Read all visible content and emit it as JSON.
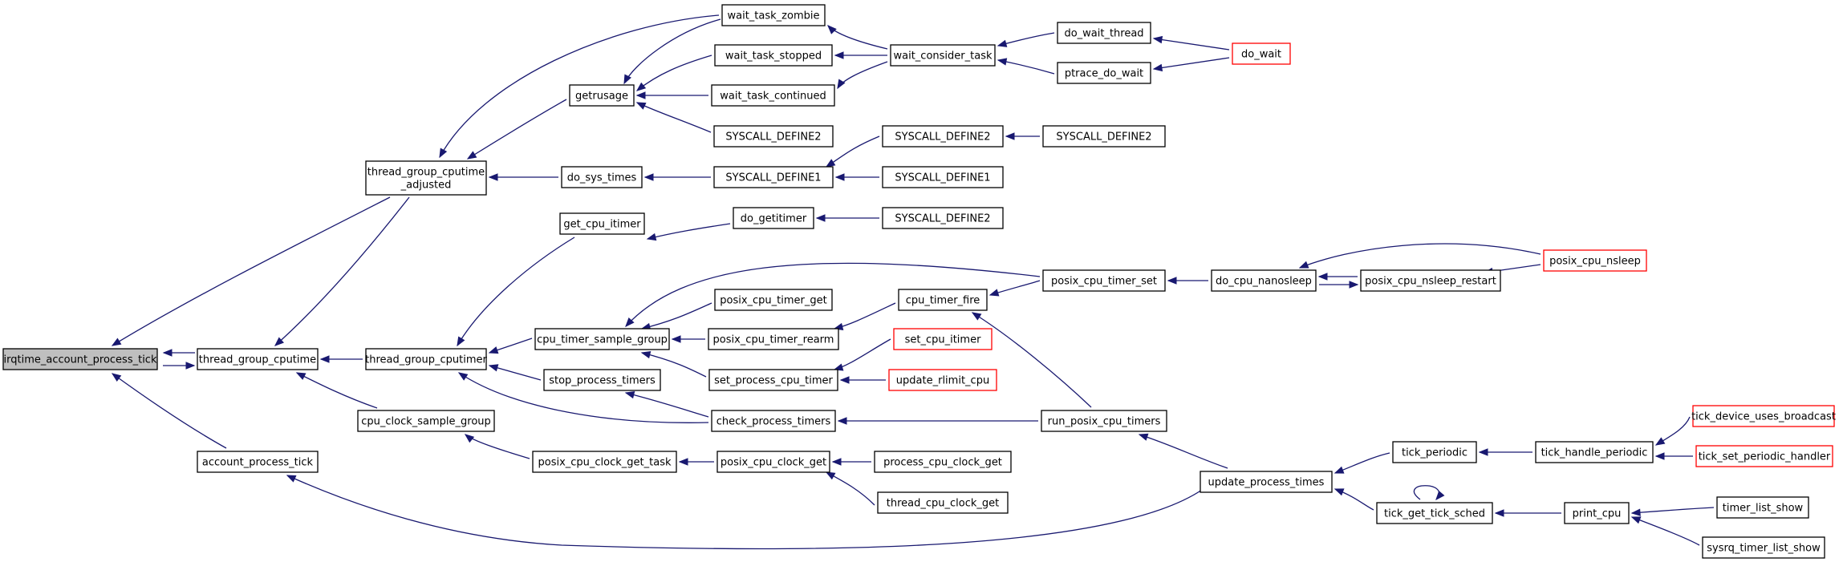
{
  "diagram": {
    "kind": "call graph (caller graph)",
    "colors": {
      "edge": "#191970",
      "node_border": "#000000",
      "truncated_border": "#ff0000",
      "focus_fill": "#bfbfbf"
    },
    "nodes": [
      {
        "id": "n0",
        "lines": [
          "irqtime_account_process_tick"
        ],
        "style": "focus"
      },
      {
        "id": "n1",
        "lines": [
          "thread_group_cputime"
        ]
      },
      {
        "id": "n2",
        "lines": [
          "account_process_tick"
        ]
      },
      {
        "id": "n3",
        "lines": [
          "thread_group_cputime",
          "_adjusted"
        ]
      },
      {
        "id": "n4",
        "lines": [
          "thread_group_cputimer"
        ]
      },
      {
        "id": "n5",
        "lines": [
          "cpu_clock_sample_group"
        ]
      },
      {
        "id": "n6",
        "lines": [
          "getrusage"
        ]
      },
      {
        "id": "n7",
        "lines": [
          "do_sys_times"
        ]
      },
      {
        "id": "n8",
        "lines": [
          "get_cpu_itimer"
        ]
      },
      {
        "id": "n9",
        "lines": [
          "cpu_timer_sample_group"
        ]
      },
      {
        "id": "n10",
        "lines": [
          "stop_process_timers"
        ]
      },
      {
        "id": "n11",
        "lines": [
          "posix_cpu_clock_get_task"
        ]
      },
      {
        "id": "n12",
        "lines": [
          "wait_task_zombie"
        ]
      },
      {
        "id": "n13",
        "lines": [
          "wait_task_stopped"
        ]
      },
      {
        "id": "n14",
        "lines": [
          "wait_task_continued"
        ]
      },
      {
        "id": "n15",
        "lines": [
          "SYSCALL_DEFINE2"
        ]
      },
      {
        "id": "n16",
        "lines": [
          "SYSCALL_DEFINE1"
        ]
      },
      {
        "id": "n17",
        "lines": [
          "do_getitimer"
        ]
      },
      {
        "id": "n18",
        "lines": [
          "posix_cpu_timer_get"
        ]
      },
      {
        "id": "n19",
        "lines": [
          "posix_cpu_timer_rearm"
        ]
      },
      {
        "id": "n20",
        "lines": [
          "set_process_cpu_timer"
        ]
      },
      {
        "id": "n21",
        "lines": [
          "check_process_timers"
        ]
      },
      {
        "id": "n22",
        "lines": [
          "posix_cpu_clock_get"
        ]
      },
      {
        "id": "n23",
        "lines": [
          "wait_consider_task"
        ]
      },
      {
        "id": "n24",
        "lines": [
          "SYSCALL_DEFINE2"
        ]
      },
      {
        "id": "n25",
        "lines": [
          "SYSCALL_DEFINE1"
        ]
      },
      {
        "id": "n26",
        "lines": [
          "SYSCALL_DEFINE2"
        ]
      },
      {
        "id": "n27",
        "lines": [
          "cpu_timer_fire"
        ]
      },
      {
        "id": "n28",
        "lines": [
          "set_cpu_itimer"
        ],
        "style": "truncated"
      },
      {
        "id": "n29",
        "lines": [
          "update_rlimit_cpu"
        ],
        "style": "truncated"
      },
      {
        "id": "n30",
        "lines": [
          "process_cpu_clock_get"
        ]
      },
      {
        "id": "n31",
        "lines": [
          "thread_cpu_clock_get"
        ]
      },
      {
        "id": "n32",
        "lines": [
          "do_wait_thread"
        ]
      },
      {
        "id": "n33",
        "lines": [
          "ptrace_do_wait"
        ]
      },
      {
        "id": "n34",
        "lines": [
          "SYSCALL_DEFINE2"
        ]
      },
      {
        "id": "n35",
        "lines": [
          "posix_cpu_timer_set"
        ]
      },
      {
        "id": "n36",
        "lines": [
          "run_posix_cpu_timers"
        ]
      },
      {
        "id": "n37",
        "lines": [
          "do_wait"
        ],
        "style": "truncated"
      },
      {
        "id": "n38",
        "lines": [
          "do_cpu_nanosleep"
        ]
      },
      {
        "id": "n39",
        "lines": [
          "update_process_times"
        ]
      },
      {
        "id": "n40",
        "lines": [
          "posix_cpu_nsleep_restart"
        ]
      },
      {
        "id": "n41",
        "lines": [
          "tick_periodic"
        ]
      },
      {
        "id": "n42",
        "lines": [
          "tick_get_tick_sched"
        ]
      },
      {
        "id": "n43",
        "lines": [
          "tick_handle_periodic"
        ]
      },
      {
        "id": "n44",
        "lines": [
          "print_cpu"
        ]
      },
      {
        "id": "n45",
        "lines": [
          "posix_cpu_nsleep"
        ],
        "style": "truncated"
      },
      {
        "id": "n46",
        "lines": [
          "tick_device_uses_broadcast"
        ],
        "style": "truncated"
      },
      {
        "id": "n47",
        "lines": [
          "tick_set_periodic_handler"
        ],
        "style": "truncated"
      },
      {
        "id": "n48",
        "lines": [
          "timer_list_show"
        ]
      },
      {
        "id": "n49",
        "lines": [
          "sysrq_timer_list_show"
        ]
      }
    ]
  }
}
